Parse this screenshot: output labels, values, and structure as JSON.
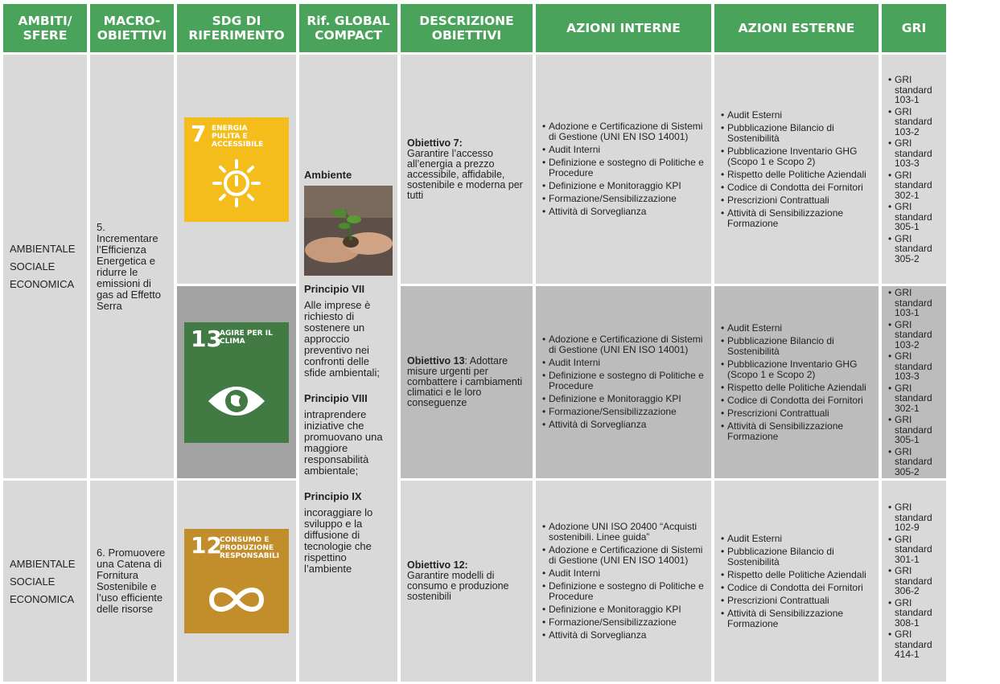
{
  "headers": {
    "ambiti": "AMBITI/ SFERE",
    "macro": "MACRO- OBIETTIVI",
    "sdg": "SDG DI RIFERIMENTO",
    "gc": "Rif. GLOBAL COMPACT",
    "descr": "DESCRIZIONE OBIETTIVI",
    "interne": "AZIONI INTERNE",
    "esterne": "AZIONI ESTERNE",
    "gri": "GRI"
  },
  "colors": {
    "header_green": "#4aa35a",
    "sdg7": "#f5bd1c",
    "sdg13": "#427a44",
    "sdg12": "#c28e2b",
    "cell_light": "#d9d9d9",
    "cell_dark": "#a3a3a3"
  },
  "row1": {
    "sfere": [
      "AMBIENTALE",
      "SOCIALE",
      "ECONOMICA"
    ],
    "macro": "5. Incrementare l’Efficienza Energetica e ridurre le emissioni di gas ad Effetto Serra",
    "sdg7": {
      "num": "7",
      "label": "ENERGIA PULITA E ACCESSIBILE",
      "icon": "power-sun-icon"
    },
    "sdg13": {
      "num": "13",
      "label": "AGIRE PER IL CLIMA",
      "icon": "eye-globe-icon"
    },
    "obj7_title": "Obiettivo 7:",
    "obj7_text": "Garantire l’accesso all’energia a prezzo accessibile, affidabile, sostenibile e moderna per tutti",
    "obj13_title": "Obiettivo 13",
    "obj13_text": ": Adottare misure urgenti per combattere i cambiamenti climatici e le loro conseguenze"
  },
  "global_compact": {
    "ambiente": "Ambiente",
    "p7_title": "Principio VII",
    "p7_text": "Alle imprese è richiesto di sostenere un approccio preventivo nei confronti delle sfide ambientali;",
    "p8_title": "Principio VIII",
    "p8_text": "intraprendere iniziative che promuovano una maggiore responsabilità ambientale;",
    "p9_title": "Principio IX",
    "p9_text": "incoraggiare lo sviluppo e la diffusione di tecnologie che rispettino l’ambiente"
  },
  "azioni_interne_1": [
    "Adozione e Certificazione di Sistemi di Gestione (UNI EN ISO 14001)",
    "Audit Interni",
    "Definizione e sostegno di Politiche e Procedure",
    "Definizione e Monitoraggio KPI",
    "Formazione/Sensibilizzazione",
    "Attività di Sorveglianza"
  ],
  "azioni_esterne_1": [
    "Audit Esterni",
    "Pubblicazione Bilancio di Sostenibilità",
    "Pubblicazione Inventario GHG (Scopo 1 e Scopo 2)",
    "Rispetto delle Politiche Aziendali",
    "Codice di Condotta dei Fornitori",
    "Prescrizioni Contrattuali",
    "Attività di Sensibilizzazione Formazione"
  ],
  "gri_1": [
    "GRI standard 103-1",
    "GRI standard 103-2",
    "GRI standard 103-3",
    "GRI standard 302-1",
    "GRI standard 305-1",
    "GRI standard 305-2"
  ],
  "row3": {
    "sfere": [
      "AMBIENTALE",
      "SOCIALE",
      "ECONOMICA"
    ],
    "macro": "6. Promuovere una Catena di Fornitura Sostenibile e l’uso efficiente delle risorse",
    "sdg12": {
      "num": "12",
      "label": "CONSUMO E PRODUZIONE RESPONSABILI",
      "icon": "infinity-icon"
    },
    "obj12_title": "Obiettivo 12:",
    "obj12_text": "Garantire modelli di consumo e produzione sostenibili"
  },
  "azioni_interne_3": [
    "Adozione UNI ISO 20400 “Acquisti sostenibili. Linee guida”",
    "Adozione e Certificazione di Sistemi di Gestione (UNI EN ISO 14001)",
    "Audit Interni",
    "Definizione e sostegno di Politiche e Procedure",
    "Definizione e Monitoraggio KPI",
    "Formazione/Sensibilizzazione",
    "Attività di Sorveglianza"
  ],
  "azioni_esterne_3": [
    "Audit Esterni",
    "Pubblicazione Bilancio di Sostenibilità",
    "Rispetto delle Politiche Aziendali",
    "Codice di Condotta dei Fornitori",
    "Prescrizioni Contrattuali",
    "Attività di Sensibilizzazione Formazione"
  ],
  "gri_3": [
    "GRI standard 102-9",
    "GRI standard 301-1",
    "GRI standard 306-2",
    "GRI standard 308-1",
    "GRI standard 414-1"
  ]
}
